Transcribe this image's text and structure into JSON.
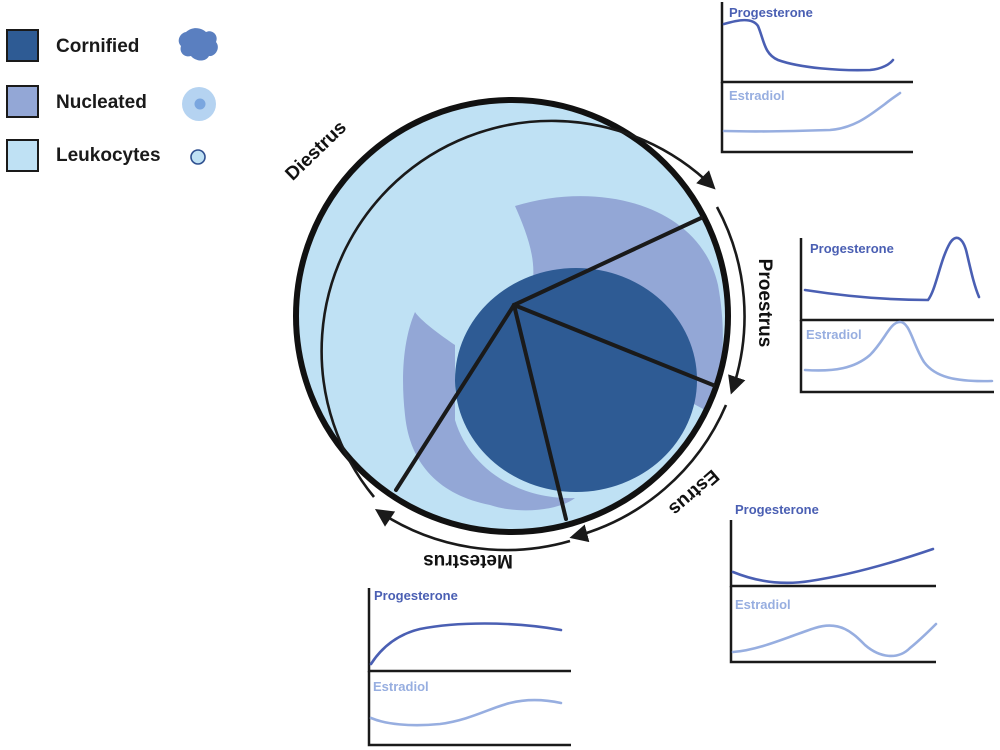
{
  "colors": {
    "cornified": "#2e5b94",
    "nucleated": "#93a7d6",
    "leukocytes": "#bfe1f4",
    "progesterone": "#4a5fb3",
    "estradiol": "#97aee0",
    "outline": "#1a1a1a"
  },
  "legend": {
    "items": [
      {
        "label": "Cornified",
        "icon": "cornified-cell-icon"
      },
      {
        "label": "Nucleated",
        "icon": "nucleated-cell-icon"
      },
      {
        "label": "Leukocytes",
        "icon": "leukocyte-icon"
      }
    ]
  },
  "phases": {
    "diestrus": "Diestrus",
    "proestrus": "Proestrus",
    "estrus": "Estrus",
    "metestrus": "Metestrus"
  },
  "panels": {
    "diestrus": {
      "progesterone": "Progesterone",
      "estradiol": "Estradiol"
    },
    "proestrus": {
      "progesterone": "Progesterone",
      "estradiol": "Estradiol"
    },
    "estrus": {
      "progesterone": "Progesterone",
      "estradiol": "Estradiol"
    },
    "metestrus": {
      "progesterone": "Progesterone",
      "estradiol": "Estradiol"
    }
  }
}
